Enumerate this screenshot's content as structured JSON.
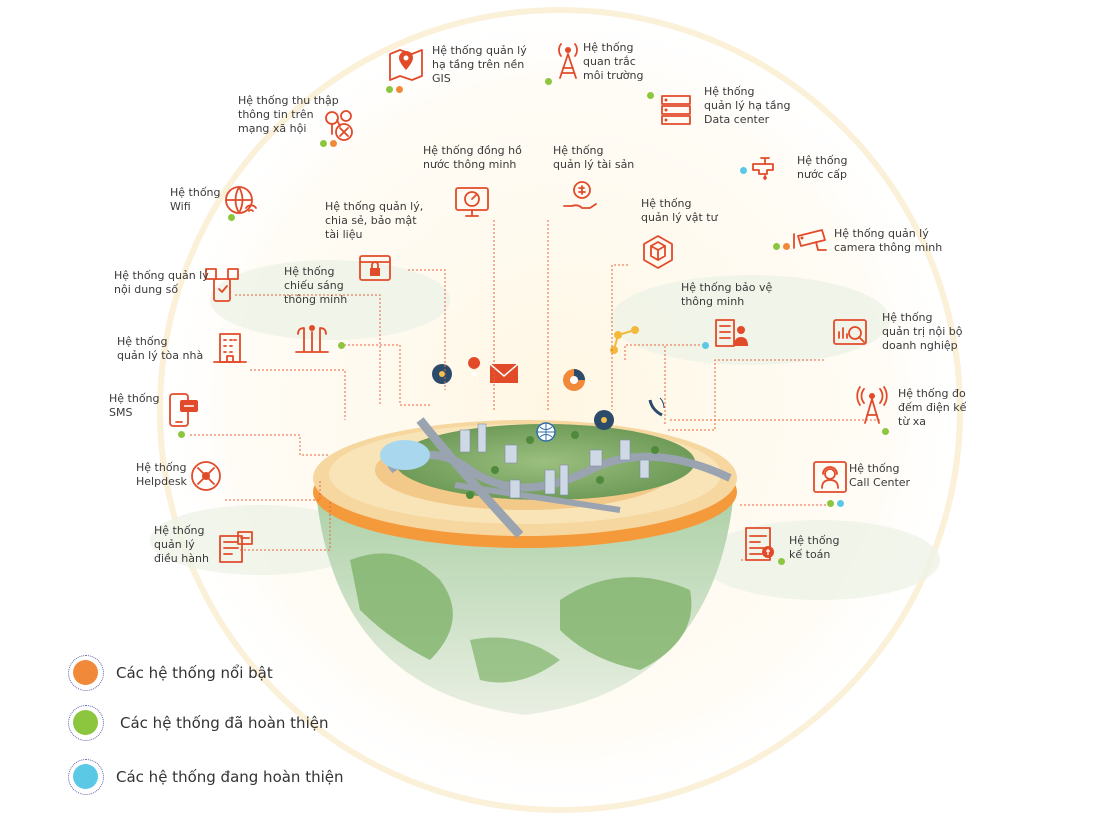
{
  "colors": {
    "orange": "#f08a3a",
    "green": "#8cc63f",
    "blue": "#5bc8e6",
    "icon_red": "#e24b2a",
    "connector": "#e8643c",
    "hemisphere_green": "#8cbf6a",
    "rim_orange": "#f59a3b",
    "rim_cream": "#f6d7a0"
  },
  "legend": [
    {
      "label": "Các hệ thống nổi bật",
      "color": "orange"
    },
    {
      "label": "Các hệ thống đã hoàn thiện",
      "color": "green"
    },
    {
      "label": "Các hệ thống đang hoàn thiện",
      "color": "blue"
    }
  ],
  "systems": [
    {
      "id": "gis",
      "label": "Hệ thống quản lý\nhạ tầng trên nền\nGIS",
      "icon": "map-pin-icon",
      "dots": [
        "green",
        "orange"
      ]
    },
    {
      "id": "env",
      "label": "Hệ thống\nquan trắc\nmôi trường",
      "icon": "antenna-tower-icon",
      "dots": [
        "green"
      ]
    },
    {
      "id": "dc",
      "label": "Hệ thống\nquản lý hạ tầng\nData center",
      "icon": "server-rack-icon",
      "dots": [
        "green"
      ]
    },
    {
      "id": "social",
      "label": "Hệ thống thu thập\nthông tin trên\nmạng xã hội",
      "icon": "social-network-icon",
      "dots": [
        "green",
        "orange"
      ]
    },
    {
      "id": "water_meter",
      "label": "Hệ thống đồng hồ\nnước thông minh",
      "icon": "monitor-gauge-icon",
      "dots": []
    },
    {
      "id": "asset",
      "label": "Hệ thống\nquản lý tài sản",
      "icon": "hand-coin-icon",
      "dots": []
    },
    {
      "id": "water",
      "label": "Hệ thống\nnước cấp",
      "icon": "water-tap-icon",
      "dots": [
        "blue"
      ]
    },
    {
      "id": "wifi",
      "label": "Hệ thống\nWifi",
      "icon": "wifi-globe-icon",
      "dots": [
        "green"
      ]
    },
    {
      "id": "doc",
      "label": "Hệ thống quản lý,\nchia sẻ, bảo mật\ntài liệu",
      "icon": "secure-document-icon",
      "dots": []
    },
    {
      "id": "material",
      "label": "Hệ thống\nquản lý vật tư",
      "icon": "box-hexagon-icon",
      "dots": []
    },
    {
      "id": "camera",
      "label": "Hệ thống quản lý\ncamera thông minh",
      "icon": "security-camera-icon",
      "dots": [
        "green",
        "orange"
      ]
    },
    {
      "id": "content",
      "label": "Hệ thống quản lý\nnội dung số",
      "icon": "digital-content-icon",
      "dots": []
    },
    {
      "id": "light",
      "label": "Hệ thống\nchiếu sáng\nthông minh",
      "icon": "street-light-icon",
      "dots": [
        "green"
      ]
    },
    {
      "id": "security",
      "label": "Hệ thống bảo vệ\nthông minh",
      "icon": "guard-building-icon",
      "dots": [
        "blue"
      ]
    },
    {
      "id": "enterprise",
      "label": "Hệ thống\nquản trị nội bộ\ndoanh nghiệp",
      "icon": "chart-magnifier-icon",
      "dots": []
    },
    {
      "id": "building",
      "label": "Hệ thống\nquản lý tòa nhà",
      "icon": "office-building-icon",
      "dots": []
    },
    {
      "id": "sms",
      "label": "Hệ thống\nSMS",
      "icon": "sms-phone-icon",
      "dots": [
        "green"
      ]
    },
    {
      "id": "meter",
      "label": "Hệ thống đo\nđếm điện kế\ntừ xa",
      "icon": "signal-tower-icon",
      "dots": [
        "green"
      ]
    },
    {
      "id": "helpdesk",
      "label": "Hệ thống\nHelpdesk",
      "icon": "helpdesk-tools-icon",
      "dots": []
    },
    {
      "id": "callcenter",
      "label": "Hệ thống\nCall Center",
      "icon": "call-center-icon",
      "dots": [
        "green",
        "blue"
      ]
    },
    {
      "id": "operation",
      "label": "Hệ thống\nquản lý\nđiều hành",
      "icon": "operation-dashboard-icon",
      "dots": []
    },
    {
      "id": "accounting",
      "label": "Hệ thống\nkế toán",
      "icon": "accounting-invoice-icon",
      "dots": [
        "green"
      ]
    }
  ]
}
